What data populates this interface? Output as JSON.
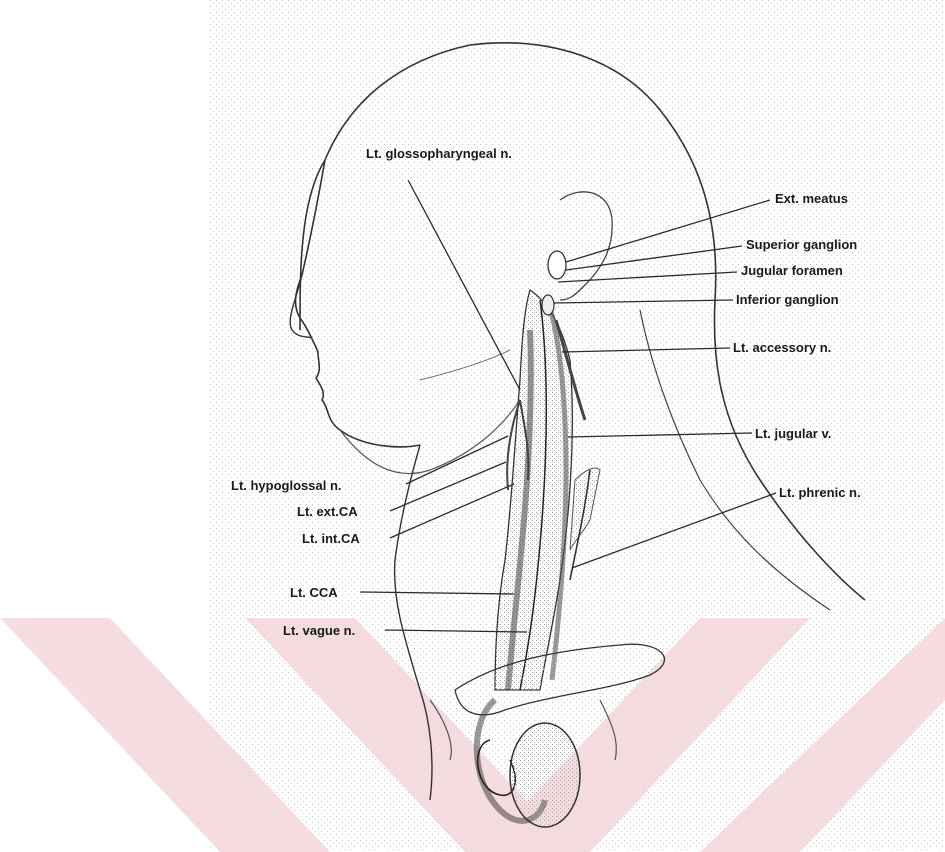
{
  "colors": {
    "ink": "#1a1a1a",
    "line": "#2b2b2b",
    "vessel": "#4a4a4a",
    "stipple": "#c8c8c8",
    "watermark": "#d63a4a"
  },
  "labels": {
    "glossopharyngeal": "Lt. glossopharyngeal n.",
    "ext_meatus": "Ext. meatus",
    "superior_ganglion": "Superior ganglion",
    "jugular_foramen": "Jugular foramen",
    "inferior_ganglion": "Inferior ganglion",
    "accessory": "Lt. accessory n.",
    "jugular_v": "Lt. jugular v.",
    "hypoglossal": "Lt. hypoglossal n.",
    "ext_ca": "Lt. ext.CA",
    "int_ca": "Lt. int.CA",
    "phrenic": "Lt. phrenic n.",
    "cca": "Lt. CCA",
    "vague": "Lt. vague n."
  }
}
